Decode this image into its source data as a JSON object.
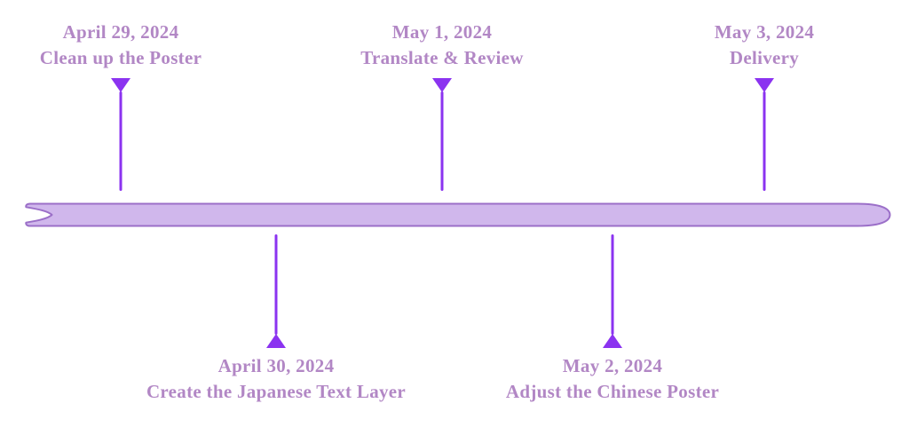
{
  "page": {
    "background": "#ffffff",
    "description": "Project timeline"
  },
  "colors": {
    "pin_violet": "#8b33f0",
    "bar_fill": "#d0b7ec",
    "bar_stroke": "#9b6fc8",
    "label_purple": "#b287c5"
  },
  "timeline": {
    "milestones": [
      {
        "date": "April 29, 2024",
        "title": "Clean up the Poster",
        "side": "top"
      },
      {
        "date": "April 30, 2024",
        "title": "Create the Japanese Text Layer",
        "side": "bottom"
      },
      {
        "date": "May 1, 2024",
        "title": "Translate & Review",
        "side": "top"
      },
      {
        "date": "May 2, 2024",
        "title": "Adjust the Chinese Poster",
        "side": "bottom"
      },
      {
        "date": "May 3, 2024",
        "title": "Delivery",
        "side": "top"
      }
    ]
  }
}
